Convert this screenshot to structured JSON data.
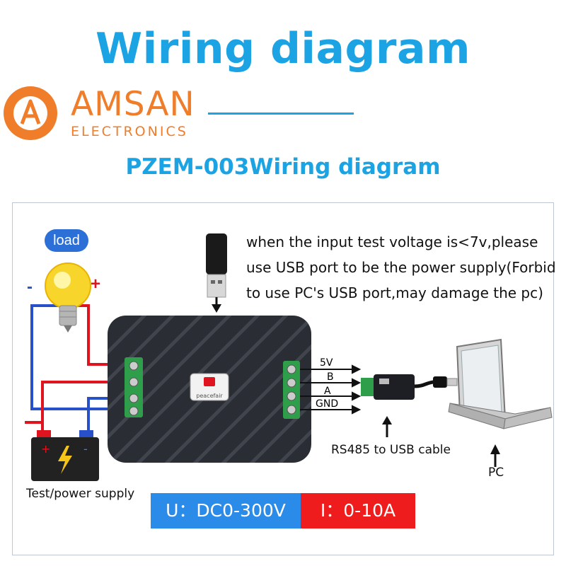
{
  "header": {
    "title": "Wiring diagram",
    "subtitle": "PZEM-003Wiring diagram"
  },
  "brand": {
    "name": "AMSAN",
    "tagline": "ELECTRONICS",
    "logo_letter": "A",
    "color": "#ef7d2a"
  },
  "diagram": {
    "load_label": "load",
    "polarity_minus": "-",
    "polarity_plus": "+",
    "usb_note_lines": [
      "when the input test voltage is<7v,please",
      "use USB port to be the power supply(Forbid",
      "to use PC's USB port,may damage the  pc)"
    ],
    "rs485_pins": [
      "5V",
      "B",
      "A",
      "GND"
    ],
    "device_brand": "peacefair",
    "battery_label": "Test/power supply",
    "cable_label": "RS485 to USB cable",
    "pc_label": "PC",
    "icons": [
      "light-bulb-icon",
      "usb-plug-icon",
      "battery-icon",
      "laptop-icon",
      "rs485-usb-adapter-icon",
      "arrow-up-icon",
      "arrow-down-icon"
    ]
  },
  "specs": {
    "voltage": "U：DC0-300V",
    "current": "I：0-10A",
    "voltage_color": "#2b8be8",
    "current_color": "#ee1c1c"
  },
  "colors": {
    "accent": "#1ba3e3",
    "wire_red": "#e0141e",
    "wire_blue": "#2850c8"
  }
}
